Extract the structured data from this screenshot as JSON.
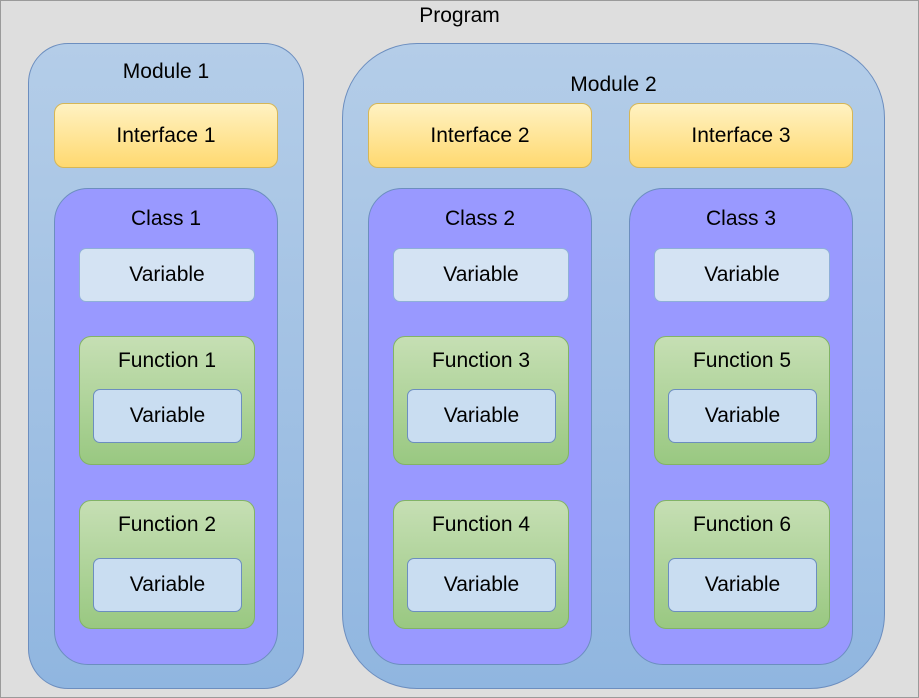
{
  "program": {
    "label": "Program"
  },
  "modules": [
    {
      "label": "Module 1"
    },
    {
      "label": "Module 2"
    }
  ],
  "interfaces": [
    {
      "label": "Interface 1"
    },
    {
      "label": "Interface 2"
    },
    {
      "label": "Interface 3"
    }
  ],
  "classes": [
    {
      "label": "Class 1",
      "variable": "Variable",
      "functions": [
        {
          "label": "Function 1",
          "variable": "Variable"
        },
        {
          "label": "Function 2",
          "variable": "Variable"
        }
      ]
    },
    {
      "label": "Class 2",
      "variable": "Variable",
      "functions": [
        {
          "label": "Function 3",
          "variable": "Variable"
        },
        {
          "label": "Function 4",
          "variable": "Variable"
        }
      ]
    },
    {
      "label": "Class 3",
      "variable": "Variable",
      "functions": [
        {
          "label": "Function 5",
          "variable": "Variable"
        },
        {
          "label": "Function 6",
          "variable": "Variable"
        }
      ]
    }
  ],
  "colors": {
    "program_bg": "#dedede",
    "module_fill": "#9dbee6",
    "interface_fill": "#ffe599",
    "class_fill": "#9999ff",
    "function_fill": "#b3d69a",
    "variable_fill": "#c9ddf1"
  }
}
